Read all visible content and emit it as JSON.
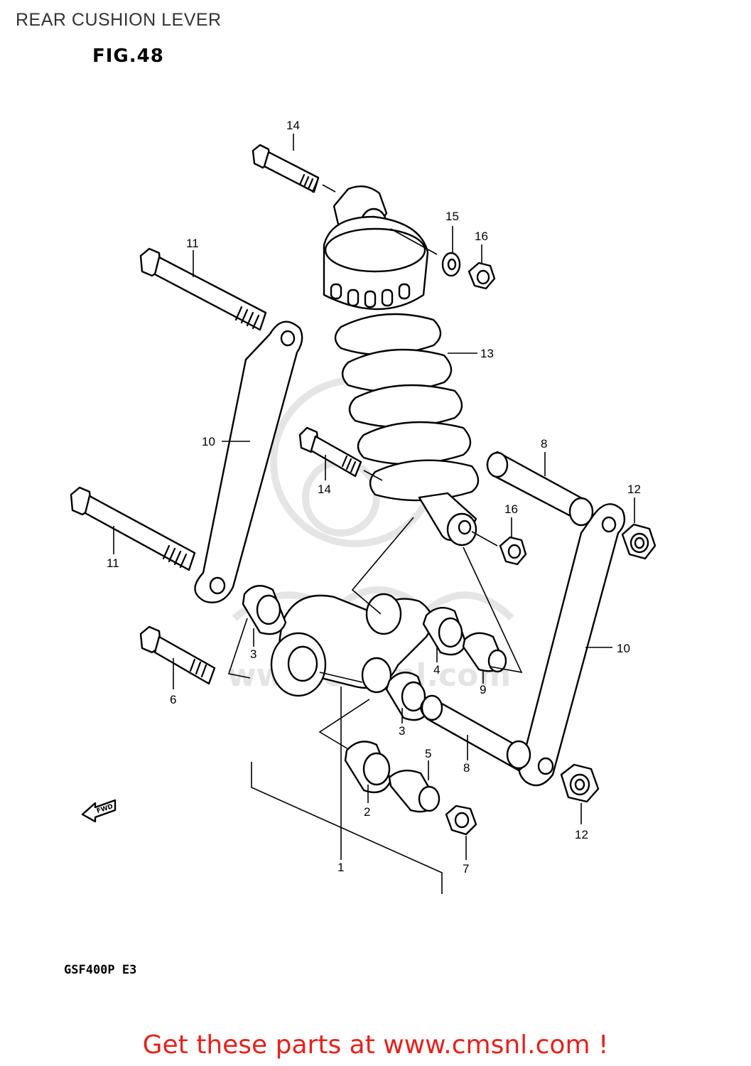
{
  "header": {
    "title": "REAR CUSHION LEVER",
    "figure_label": "FIG.48"
  },
  "diagram": {
    "model_code": "GSF400P E3",
    "fwd_label": "FWD",
    "watermark_text": "www.cmsnl.com",
    "callouts": {
      "c1": "1",
      "c2": "2",
      "c3a": "3",
      "c3b": "3",
      "c4": "4",
      "c5": "5",
      "c6": "6",
      "c7": "7",
      "c8a": "8",
      "c8b": "8",
      "c9": "9",
      "c10a": "10",
      "c10b": "10",
      "c11a": "11",
      "c11b": "11",
      "c12a": "12",
      "c12b": "12",
      "c13": "13",
      "c14a": "14",
      "c14b": "14",
      "c15": "15",
      "c16a": "16",
      "c16b": "16"
    }
  },
  "footer": {
    "cta_text": "Get these parts at www.cmsnl.com !",
    "cta_color": "#e3221e"
  }
}
